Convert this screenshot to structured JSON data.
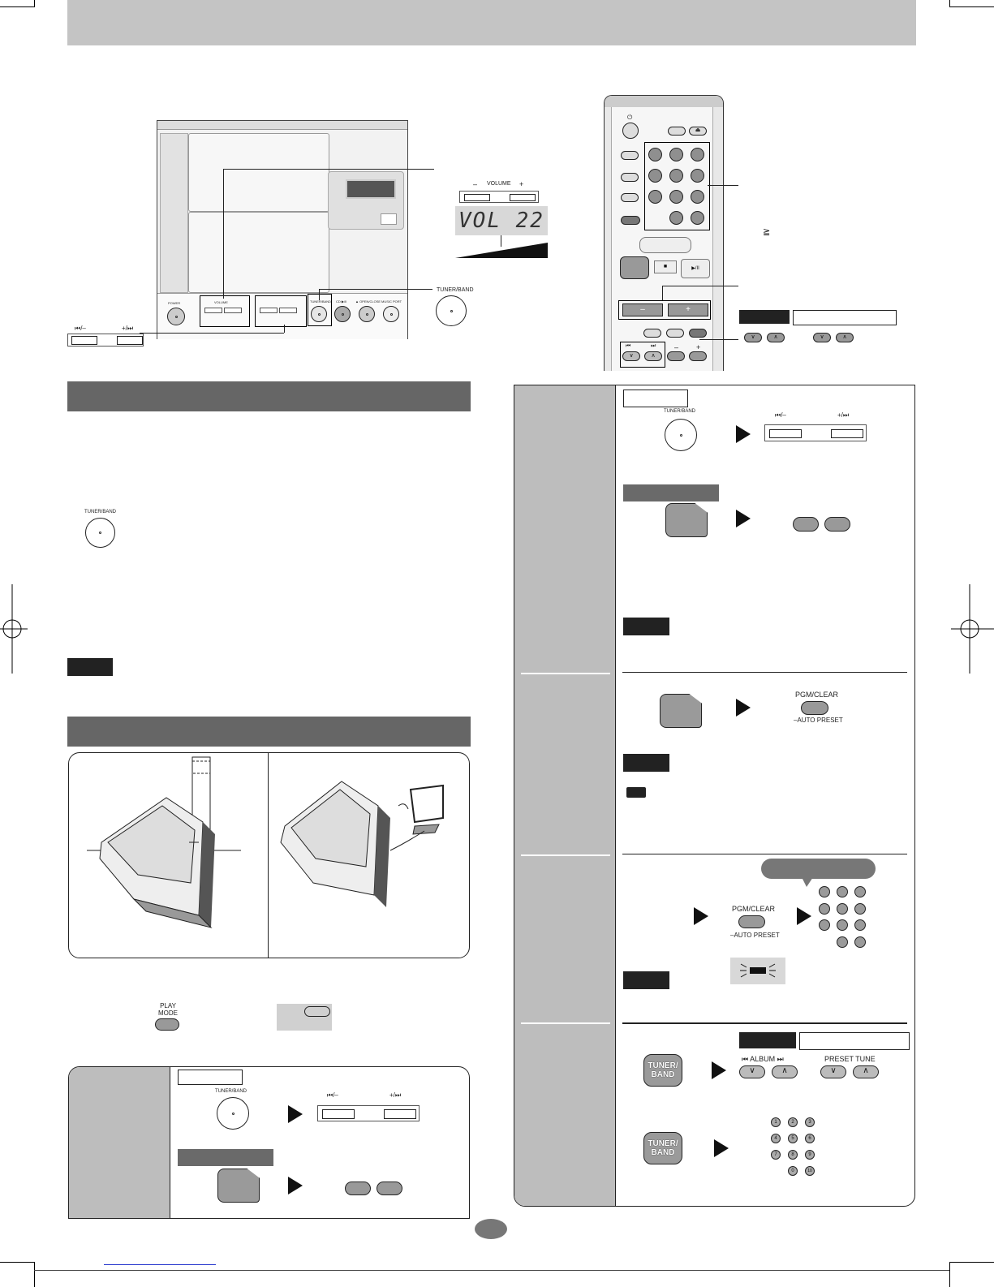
{
  "device_labels": {
    "volume_label": "VOLUME",
    "volume_minus": "–",
    "volume_plus": "+",
    "display_readout": "VOL 22",
    "skip_back_label": "⏮/–",
    "skip_fwd_label": "+/⏭",
    "tuner_band_label": "TUNER/BAND",
    "unit_tuner_band": "TUNER/BAND",
    "unit_cd_label": "CD ▶/II",
    "unit_open_close": "▲ OPEN/CLOSE",
    "unit_music_port": "MUSIC PORT",
    "unit_power": "POWER",
    "unit_volume": "VOLUME"
  },
  "remote": {
    "ge_symbol": "≧",
    "vol_minus": "–",
    "vol_plus": "+",
    "down": "∨",
    "up": "∧",
    "skip_back": "⏮",
    "skip_fwd": "⏭",
    "minus": "–",
    "plus": "+",
    "stop": "■",
    "play_pause": "▶/II",
    "eject": "⏏",
    "power": "⏻"
  },
  "left_section": {
    "tuner_band_label": "TUNER/BAND",
    "play_mode_label": "PLAY MODE"
  },
  "bottom_left_box": {
    "tuner_band_label": "TUNER/BAND",
    "skip_back_label": "⏮/–",
    "skip_fwd_label": "+/⏭"
  },
  "right_panel": {
    "row1_tuner_band": "TUNER/BAND",
    "row1_skip_back": "⏮/–",
    "row1_skip_fwd": "+/⏭",
    "row2_pgm_clear": "PGM/CLEAR",
    "row2_auto_preset": "–AUTO PRESET",
    "row3_pgm_clear": "PGM/CLEAR",
    "row3_auto_preset": "–AUTO PRESET",
    "row4_tuner_band": "TUNER/ BAND",
    "row4_album": "⏮ ALBUM ⏭",
    "row4_preset_tune": "PRESET TUNE",
    "row4_down": "∨",
    "row4_up": "∧",
    "row4_numkeys": [
      "1",
      "2",
      "3",
      "4",
      "5",
      "6",
      "7",
      "8",
      "9",
      "0",
      "10"
    ]
  },
  "colors": {
    "top_bar": "#c4c4c4",
    "section_bar": "#666666",
    "side_tab": "#bdbdbd",
    "button_gray": "#999999"
  }
}
